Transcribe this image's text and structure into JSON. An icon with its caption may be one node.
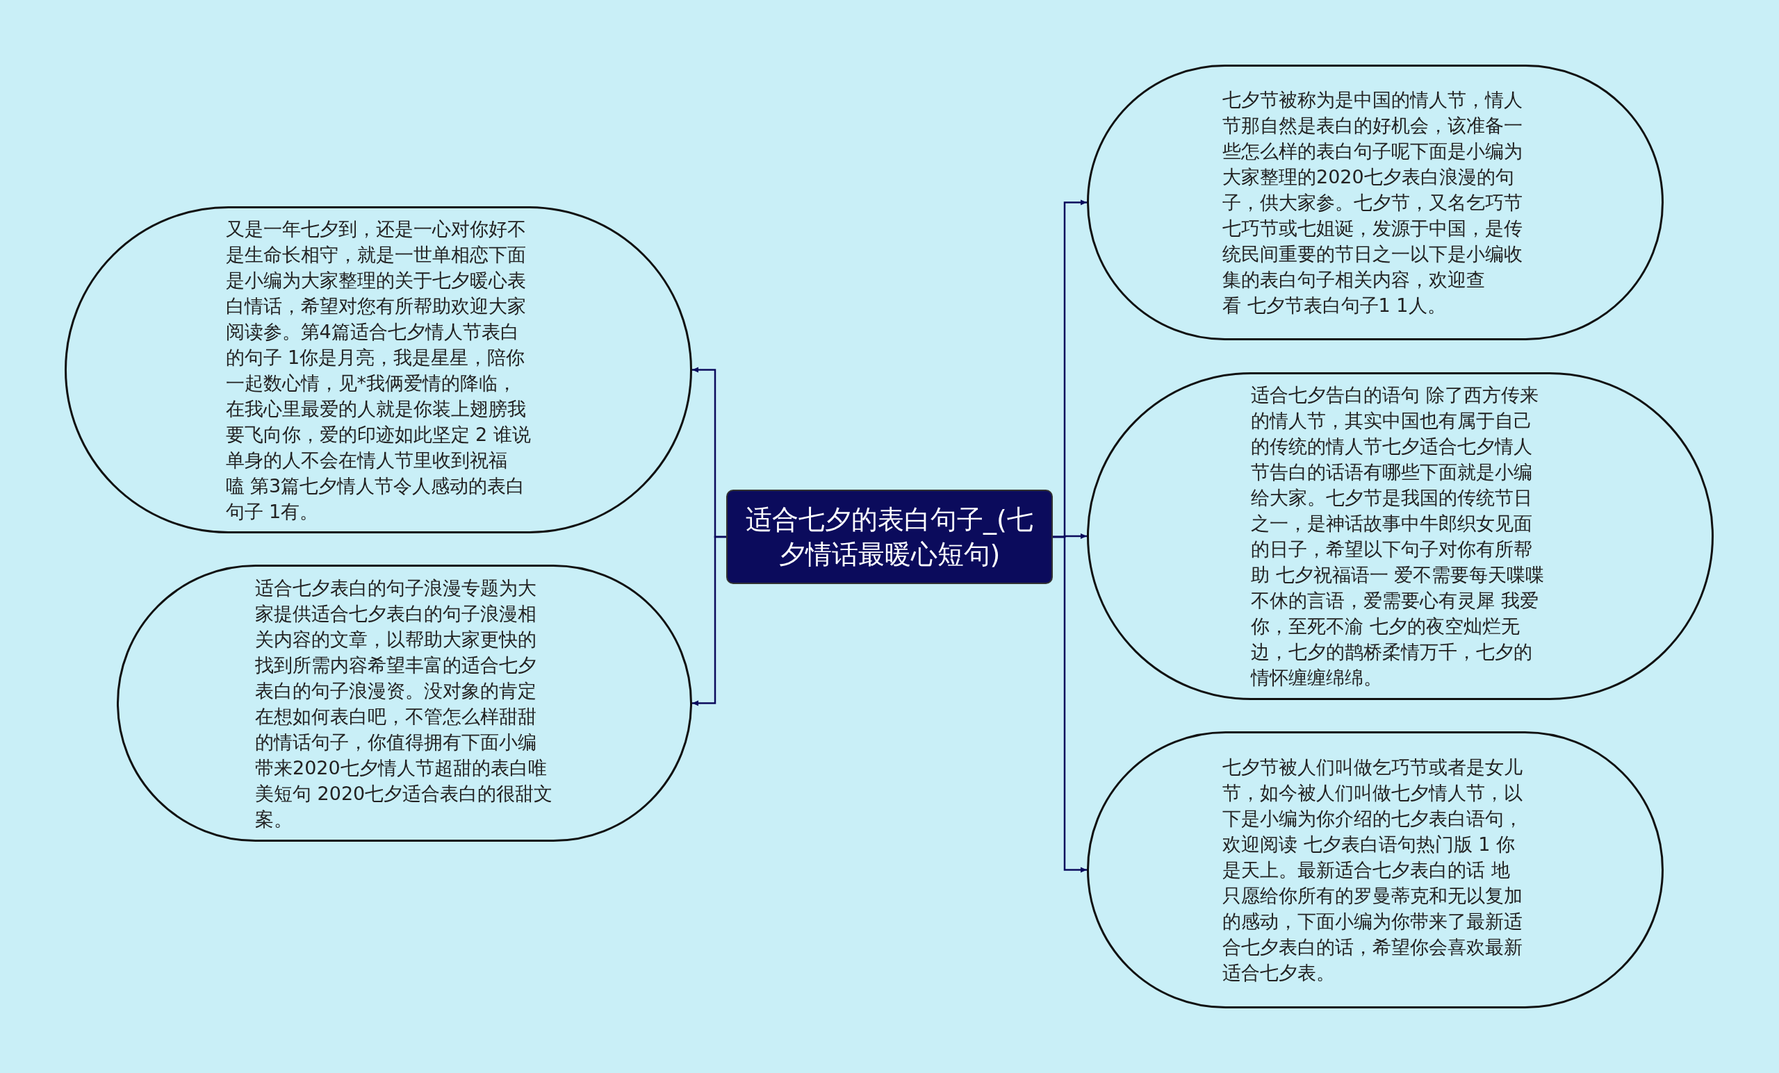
{
  "diagram": {
    "nodes": [
      {
        "text": [
          "适合七夕的表白句子_(七夕情话最暖心短句)"
        ]
      },
      {
        "text": [
          "又是一年七夕到，还是一心对你好不是生命长相守，就是一世单相恋下面是小编为大家整理的关于七夕暖心表白情话，希望对您有所帮助欢迎大家阅读参。第4篇适合七夕情人节表白的句子 1你是月亮，我是星星，陪你一起数心情，见*我俩爱情的降临，在我心里最爱的人就是你装上翅膀我要飞向你，爱的印迹如此坚定 2 谁说单身的人不会在情人节里收到祝福嗑 第3篇七夕情人节令人感动的表白句子 1有。"
        ]
      },
      {
        "text": [
          "适合七夕表白的句子浪漫专题为大家提供适合七夕表白的句子浪漫相关内容的文章，以帮助大家更快的找到所需内容希望丰富的适合七夕表白的句子浪漫资。没对象的肯定在想如何表白吧，不管怎么样甜甜的情话句子，你值得拥有下面小编带来2020七夕情人节超甜的表白唯美短句 2020七夕适合表白的很甜文案。"
        ]
      },
      {
        "text": [
          "七夕节被称为是中国的情人节，情人节那自然是表白的好机会，该准备一些怎么样的表白句子呢下面是小编为大家整理的2020七夕表白浪漫的句子，供大家参。七夕节，又名乞巧节七巧节或七姐诞，发源于中国，是传统民间重要的节日之一以下是小编收集的表白句子相关内容，欢迎查看 七夕节表白句子1 1人。"
        ]
      },
      {
        "text": [
          "适合七夕告白的语句 除了西方传来的情人节，其实中国也有属于自己的传统的情人节七夕适合七夕情人节告白的话语有哪些下面就是小编给大家。七夕节是我国的传统节日之一，是神话故事中牛郎织女见面的日子，希望以下句子对你有所帮助 七夕祝福语一 爱不需要每天喋喋不休的言语，爱需要心有灵犀 我爱你，至死不渝 七夕的夜空灿烂无边，七夕的鹊桥柔情万千，七夕的情怀缠缠绵绵。"
        ]
      },
      {
        "text": [
          "七夕节被人们叫做乞巧节或者是女儿节，如今被人们叫做七夕情人节，以下是小编为你介绍的七夕表白语句，欢迎阅读 七夕表白语句热门版 1 你是天上。最新适合七夕表白的话 地只愿给你所有的罗曼蒂克和无以复加的感动，下面小编为你带来了最新适合七夕表白的话，希望你会喜欢最新适合七夕表。"
        ]
      }
    ],
    "edges": [
      {
        "from": 0,
        "to": 1,
        "arrow": "to"
      },
      {
        "from": 0,
        "to": 2,
        "arrow": "to"
      },
      {
        "from": 0,
        "to": 3,
        "arrow": "to"
      },
      {
        "from": 0,
        "to": 4,
        "arrow": "to"
      },
      {
        "from": 0,
        "to": 5,
        "arrow": "to"
      }
    ]
  }
}
